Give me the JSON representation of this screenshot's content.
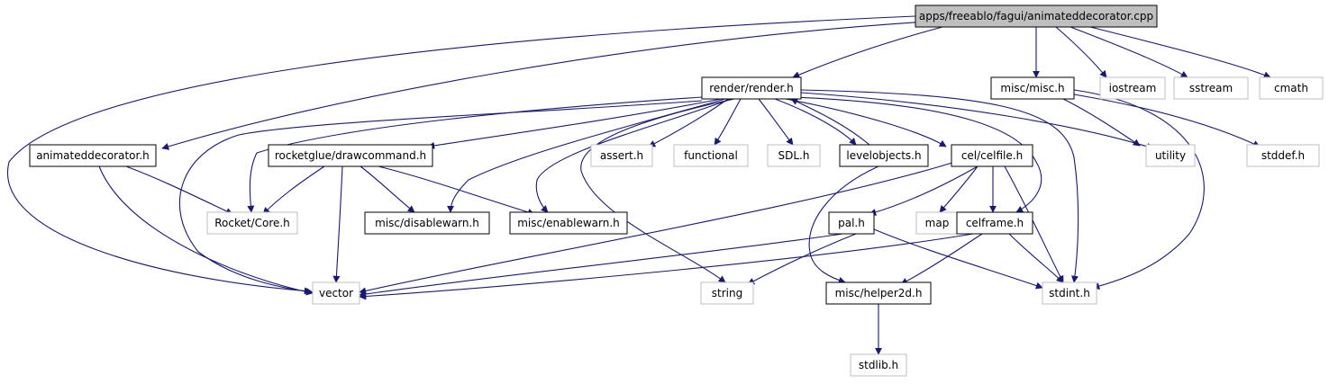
{
  "diagram": {
    "edge_color": "#191970",
    "colors": {
      "root_fill": "#bfbfbf",
      "documented_border": "#000000",
      "external_border": "#bfbfbf",
      "external_text": "#555555"
    },
    "nodes": [
      {
        "id": "root",
        "label": "apps/freeablo/fagui/animateddecorator.cpp",
        "kind": "root"
      },
      {
        "id": "render",
        "label": "render/render.h",
        "kind": "documented"
      },
      {
        "id": "misc",
        "label": "misc/misc.h",
        "kind": "documented"
      },
      {
        "id": "iostream",
        "label": "iostream",
        "kind": "external"
      },
      {
        "id": "sstream",
        "label": "sstream",
        "kind": "external"
      },
      {
        "id": "cmath",
        "label": "cmath",
        "kind": "external"
      },
      {
        "id": "animdec",
        "label": "animateddecorator.h",
        "kind": "documented"
      },
      {
        "id": "drawcmd",
        "label": "rocketglue/drawcommand.h",
        "kind": "documented"
      },
      {
        "id": "assert",
        "label": "assert.h",
        "kind": "external"
      },
      {
        "id": "functional",
        "label": "functional",
        "kind": "external"
      },
      {
        "id": "sdl",
        "label": "SDL.h",
        "kind": "external"
      },
      {
        "id": "levelobj",
        "label": "levelobjects.h",
        "kind": "documented"
      },
      {
        "id": "celfile",
        "label": "cel/celfile.h",
        "kind": "documented"
      },
      {
        "id": "utility",
        "label": "utility",
        "kind": "external"
      },
      {
        "id": "stddef",
        "label": "stddef.h",
        "kind": "external"
      },
      {
        "id": "rocketcore",
        "label": "Rocket/Core.h",
        "kind": "external"
      },
      {
        "id": "disablewarn",
        "label": "misc/disablewarn.h",
        "kind": "documented"
      },
      {
        "id": "enablewarn",
        "label": "misc/enablewarn.h",
        "kind": "documented"
      },
      {
        "id": "pal",
        "label": "pal.h",
        "kind": "documented"
      },
      {
        "id": "map",
        "label": "map",
        "kind": "external"
      },
      {
        "id": "celframe",
        "label": "celframe.h",
        "kind": "documented"
      },
      {
        "id": "vector",
        "label": "vector",
        "kind": "external"
      },
      {
        "id": "string",
        "label": "string",
        "kind": "external"
      },
      {
        "id": "stdint",
        "label": "stdint.h",
        "kind": "external"
      },
      {
        "id": "helper2d",
        "label": "misc/helper2d.h",
        "kind": "documented"
      },
      {
        "id": "stdlib",
        "label": "stdlib.h",
        "kind": "external"
      }
    ],
    "edges": [
      {
        "from": "root",
        "to": "render"
      },
      {
        "from": "root",
        "to": "misc"
      },
      {
        "from": "root",
        "to": "iostream"
      },
      {
        "from": "root",
        "to": "sstream"
      },
      {
        "from": "root",
        "to": "cmath"
      },
      {
        "from": "root",
        "to": "animdec"
      },
      {
        "from": "root",
        "to": "vector"
      },
      {
        "from": "render",
        "to": "drawcmd"
      },
      {
        "from": "render",
        "to": "rocketcore"
      },
      {
        "from": "render",
        "to": "vector"
      },
      {
        "from": "render",
        "to": "disablewarn"
      },
      {
        "from": "render",
        "to": "enablewarn"
      },
      {
        "from": "render",
        "to": "string"
      },
      {
        "from": "render",
        "to": "assert"
      },
      {
        "from": "render",
        "to": "functional"
      },
      {
        "from": "render",
        "to": "sdl"
      },
      {
        "from": "render",
        "to": "levelobj"
      },
      {
        "from": "render",
        "to": "celfile"
      },
      {
        "from": "render",
        "to": "celframe"
      },
      {
        "from": "render",
        "to": "utility"
      },
      {
        "from": "render",
        "to": "stdint"
      },
      {
        "from": "levelobj",
        "to": "render"
      },
      {
        "from": "levelobj",
        "to": "helper2d"
      },
      {
        "from": "misc",
        "to": "utility"
      },
      {
        "from": "misc",
        "to": "stddef"
      },
      {
        "from": "misc",
        "to": "stdint"
      },
      {
        "from": "animdec",
        "to": "rocketcore"
      },
      {
        "from": "animdec",
        "to": "vector"
      },
      {
        "from": "drawcmd",
        "to": "rocketcore"
      },
      {
        "from": "drawcmd",
        "to": "disablewarn"
      },
      {
        "from": "drawcmd",
        "to": "enablewarn"
      },
      {
        "from": "drawcmd",
        "to": "vector"
      },
      {
        "from": "celfile",
        "to": "pal"
      },
      {
        "from": "celfile",
        "to": "map"
      },
      {
        "from": "celfile",
        "to": "celframe"
      },
      {
        "from": "celfile",
        "to": "vector"
      },
      {
        "from": "celfile",
        "to": "stdint"
      },
      {
        "from": "pal",
        "to": "vector"
      },
      {
        "from": "pal",
        "to": "string"
      },
      {
        "from": "pal",
        "to": "stdint"
      },
      {
        "from": "celframe",
        "to": "vector"
      },
      {
        "from": "celframe",
        "to": "stdint"
      },
      {
        "from": "celframe",
        "to": "helper2d"
      },
      {
        "from": "helper2d",
        "to": "stdlib"
      }
    ]
  }
}
